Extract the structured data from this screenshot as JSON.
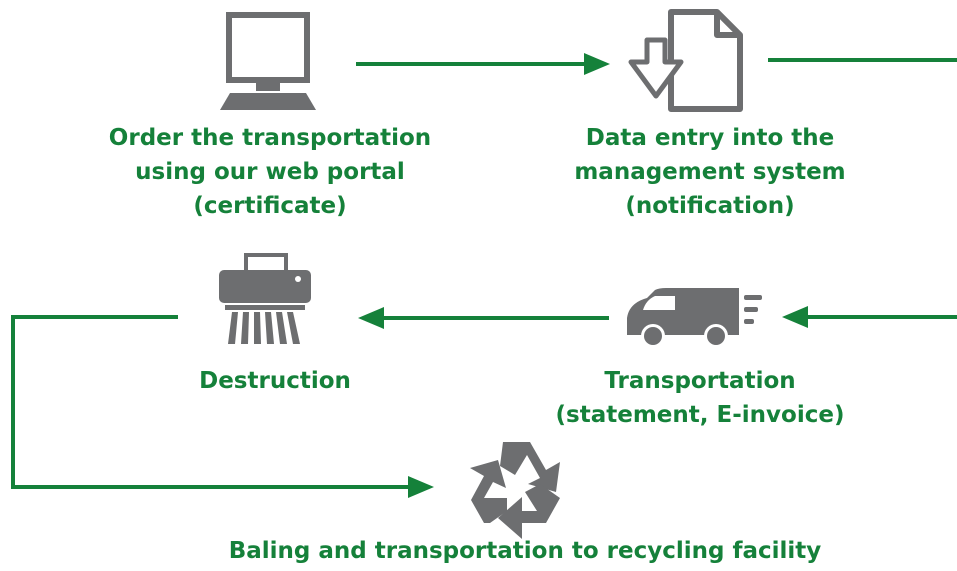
{
  "colors": {
    "flow_green": "#15813a",
    "icon_gray": "#6d6e70"
  },
  "steps": [
    {
      "id": "order",
      "icon": "computer-icon",
      "lines": [
        "Order the transportation",
        "using our web portal",
        "(certificate)"
      ]
    },
    {
      "id": "data",
      "icon": "document-download-icon",
      "lines": [
        "Data entry into the",
        "management system",
        "(notification)"
      ]
    },
    {
      "id": "transport",
      "icon": "delivery-van-icon",
      "lines": [
        "Transportation",
        "(statement, E-invoice)"
      ]
    },
    {
      "id": "destruction",
      "icon": "shredder-icon",
      "lines": [
        "Destruction"
      ]
    },
    {
      "id": "baling",
      "icon": "recycle-icon",
      "lines": [
        "Baling and transportation to recycling facility"
      ]
    }
  ]
}
